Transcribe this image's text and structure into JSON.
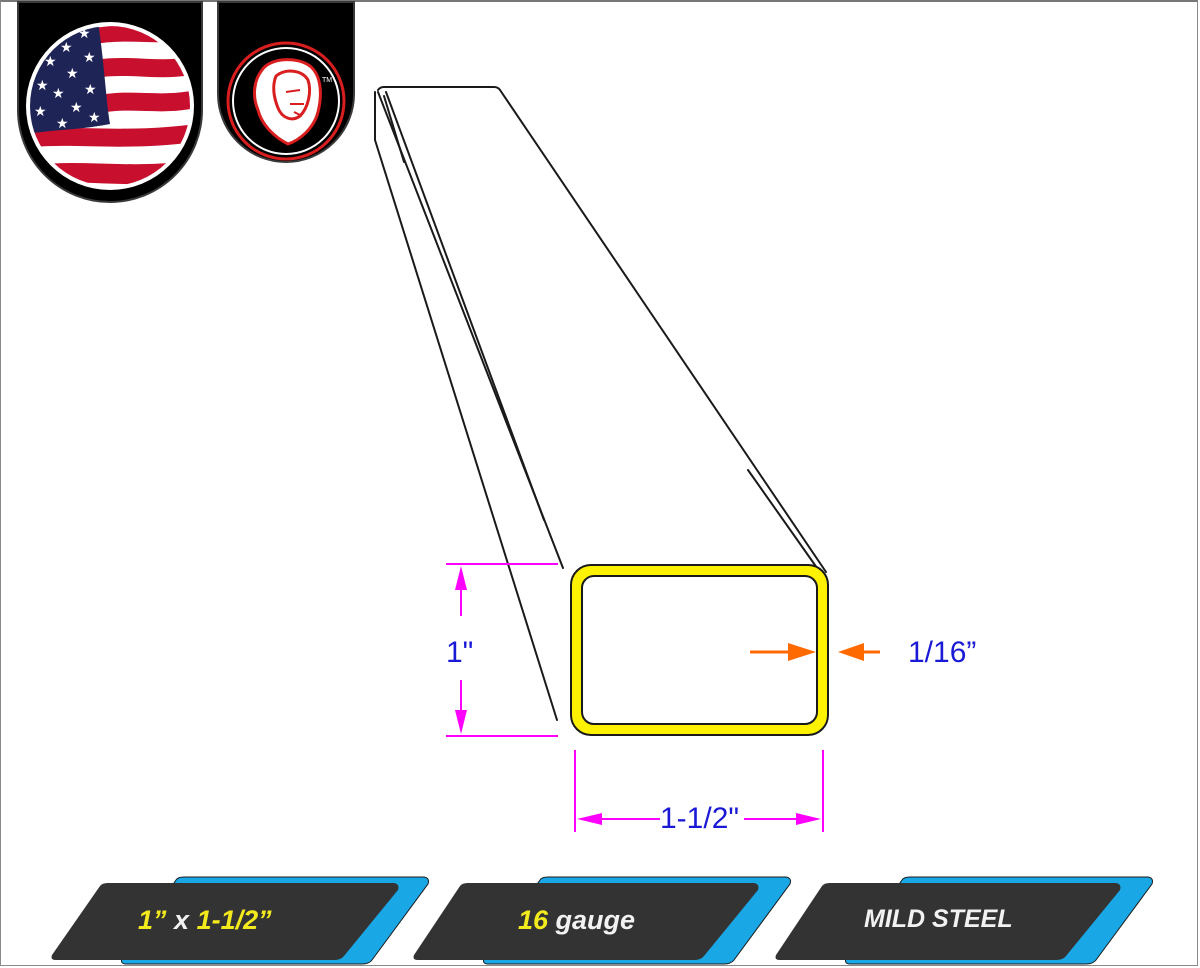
{
  "header": {
    "badges": [
      {
        "name": "usa-flag-badge",
        "icon": "us-flag-icon"
      },
      {
        "name": "lion-logo-badge",
        "icon": "lion-head-icon",
        "trademark": "TM"
      }
    ]
  },
  "diagram": {
    "subject": "Rectangular steel tube",
    "dimensions": {
      "height_label": "1\"",
      "width_label": "1-1/2\"",
      "wall_label": "1/16”"
    },
    "colors": {
      "tube_wall": "#fff200",
      "outline": "#1a1a1a",
      "dimension_lines": "#ff00ff",
      "dimension_text": "#1a1ad6",
      "wall_arrows": "#ff6a00"
    }
  },
  "footer": {
    "labels": [
      {
        "parts": [
          {
            "text": "1”",
            "color": "yellow"
          },
          {
            "text": " x ",
            "color": "white"
          },
          {
            "text": "1-1/2”",
            "color": "yellow"
          }
        ]
      },
      {
        "parts": [
          {
            "text": "16",
            "color": "yellow"
          },
          {
            "text": " gauge",
            "color": "white"
          }
        ]
      },
      {
        "parts": [
          {
            "text": "MILD STEEL",
            "color": "white"
          }
        ]
      }
    ],
    "colors": {
      "plate_dark": "#333333",
      "plate_accent": "#1aa7e6",
      "highlight_text": "#f3ea1e",
      "plain_text": "#f2f2f2"
    }
  }
}
